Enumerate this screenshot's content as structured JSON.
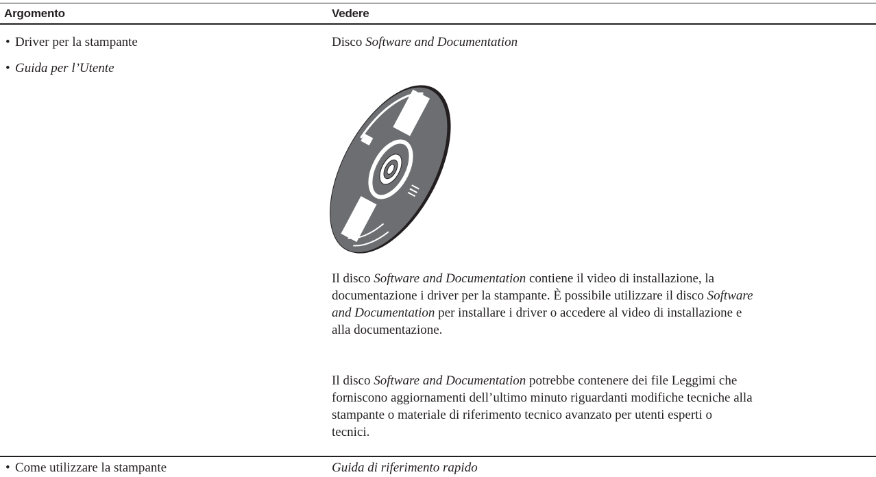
{
  "table": {
    "header": {
      "col1": "Argomento",
      "col2": "Vedere"
    },
    "row1": {
      "topics": [
        "Driver per la stampante",
        "Guida per l’Utente"
      ],
      "media_prefix": "Disco ",
      "media_title": "Software and Documentation",
      "para1": {
        "l1_pre": "Il disco ",
        "l1_em": "Software and Documentation",
        "l1_post": " contiene il video di installazione, la",
        "l2_pre": "documentazione i driver per la stampante. È possibile utilizzare il disco ",
        "l2_em": "Software",
        "l3_em": "and Documentation",
        "l3_post": " per installare i driver o accedere al video di installazione e",
        "l4": "alla documentazione."
      },
      "para2": {
        "l1_pre": "Il disco ",
        "l1_em": "Software and Documentation",
        "l1_post": " potrebbe contenere dei file Leggimi che",
        "l2": "forniscono aggiornamenti dell’ultimo minuto riguardanti modifiche tecniche alla",
        "l3": "stampante o materiale di riferimento tecnico avanzato per utenti esperti o",
        "l4": "tecnici."
      }
    },
    "row2": {
      "topic": "Come utilizzare la stampante",
      "guide": "Guida di riferimento rapido"
    }
  },
  "bullet_glyph": "•",
  "colors": {
    "text": "#231f20",
    "disc": "#6d6e71",
    "disc_outline": "#231f20",
    "disc_highlight": "#ffffff"
  }
}
